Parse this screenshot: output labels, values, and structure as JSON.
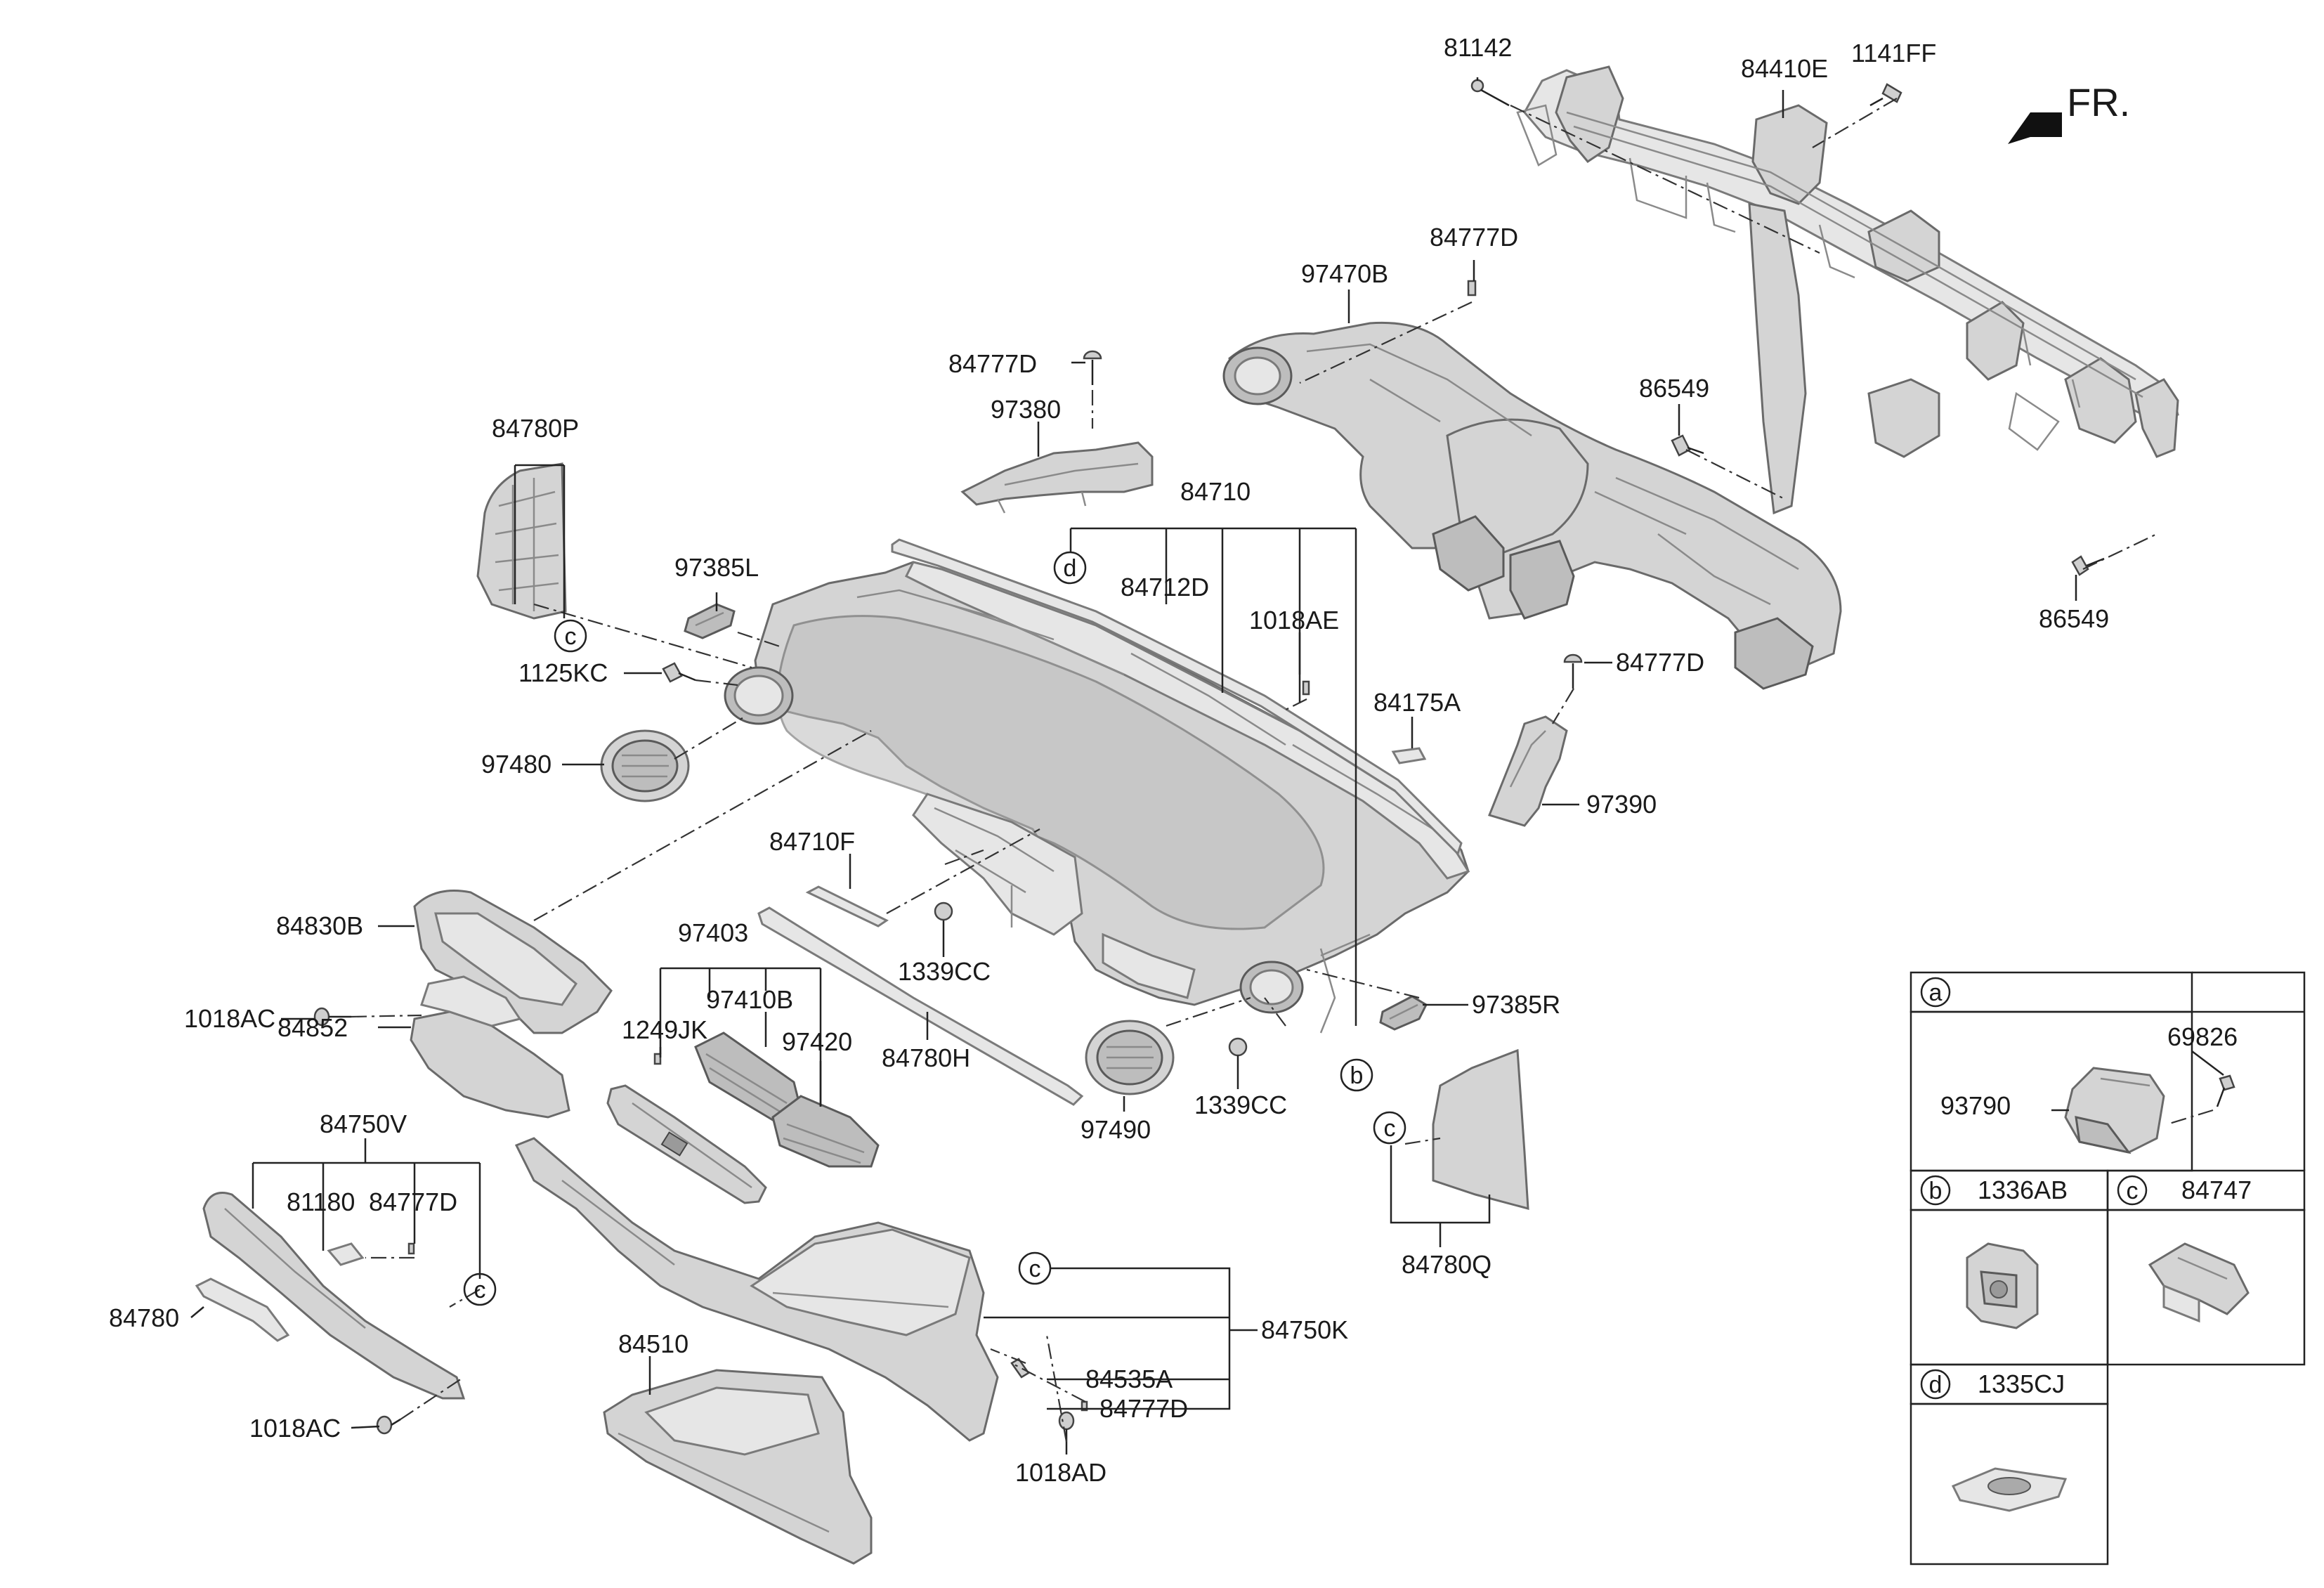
{
  "direction": {
    "label": "FR."
  },
  "part_labels": {
    "p81142": "81142",
    "p84410E": "84410E",
    "p1141FF": "1141FF",
    "p84777D_top": "84777D",
    "p97470B": "97470B",
    "p84777D_duct": "84777D",
    "p97380": "97380",
    "p86549_a": "86549",
    "p86549_b": "86549",
    "p84780P": "84780P",
    "p84710": "84710",
    "p97385L": "97385L",
    "p84712D": "84712D",
    "p1018AE": "1018AE",
    "p1125KC": "1125KC",
    "p84777D_right": "84777D",
    "p84175A": "84175A",
    "p97480": "97480",
    "p97390": "97390",
    "p84710F": "84710F",
    "p84830B": "84830B",
    "p97403": "97403",
    "p1339CC_a": "1339CC",
    "p97385R": "97385R",
    "p1018AC_a": "1018AC",
    "p97410B": "97410B",
    "p1249JK": "1249JK",
    "p84852": "84852",
    "p97420": "97420",
    "p84780H": "84780H",
    "p97490": "97490",
    "p1339CC_b": "1339CC",
    "p84750V": "84750V",
    "p81180": "81180",
    "p84777D_left": "84777D",
    "p84780Q": "84780Q",
    "p84780": "84780",
    "p84750K": "84750K",
    "p84510": "84510",
    "p84535A": "84535A",
    "p84777D_bottom": "84777D",
    "p1018AC_b": "1018AC",
    "p1018AD": "1018AD"
  },
  "callout_letters": {
    "c_top": "c",
    "d_main": "d",
    "b_main": "b",
    "c_panel": "c",
    "c_lower": "c",
    "c_glove": "c"
  },
  "legend": {
    "a": {
      "letter": "a",
      "parts": [
        "69826",
        "93790"
      ]
    },
    "b": {
      "letter": "b",
      "part": "1336AB"
    },
    "c": {
      "letter": "c",
      "part": "84747"
    },
    "d": {
      "letter": "d",
      "part": "1335CJ"
    }
  }
}
